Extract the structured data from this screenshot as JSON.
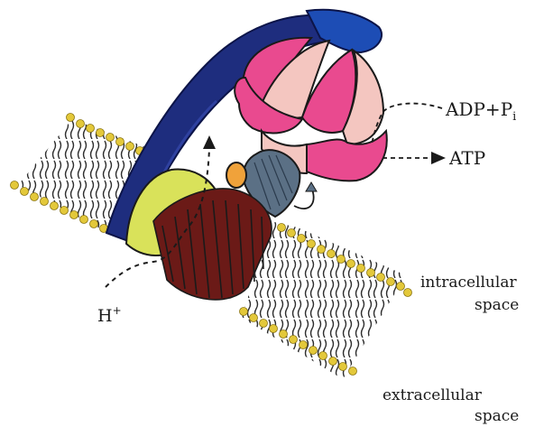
{
  "labels": {
    "adp_pi": "ADP+P",
    "adp_pi_subscript": "i",
    "atp": "ATP",
    "proton": "H",
    "proton_charge": "+",
    "intracellular_line1": "intracellular",
    "intracellular_line2": "space",
    "extracellular_line1": "extracellular",
    "extracellular_line2": "space"
  },
  "colors": {
    "head_pink": "#e94a8f",
    "head_light": "#f4c6c0",
    "stator_blue": "#1e2d7e",
    "stator_cap": "#1d4db5",
    "subunit_yellow": "#d9e25a",
    "c_ring": "#6b1a17",
    "stalk": "#5b7085",
    "orange_subunit": "#f0a23a",
    "lipid_head": "#e3c83a",
    "lipid_tail": "#222222"
  }
}
